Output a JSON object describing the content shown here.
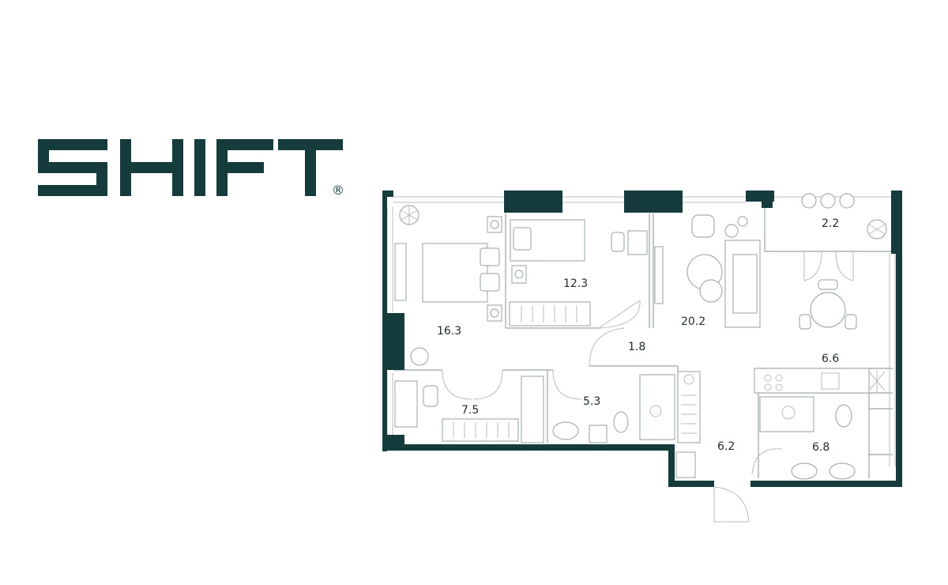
{
  "brand": {
    "name": "SHIFT",
    "registered_mark": "®",
    "color": "#163b3c"
  },
  "rooms": [
    {
      "id": "bedroom-large",
      "area": "16.3"
    },
    {
      "id": "bedroom-small",
      "area": "12.3"
    },
    {
      "id": "living-room",
      "area": "20.2"
    },
    {
      "id": "balcony",
      "area": "2.2"
    },
    {
      "id": "corridor",
      "area": "1.8"
    },
    {
      "id": "kitchen",
      "area": "6.6"
    },
    {
      "id": "study",
      "area": "7.5"
    },
    {
      "id": "bathroom-small",
      "area": "5.3"
    },
    {
      "id": "hall",
      "area": "6.2"
    },
    {
      "id": "bathroom-large",
      "area": "6.8"
    }
  ]
}
